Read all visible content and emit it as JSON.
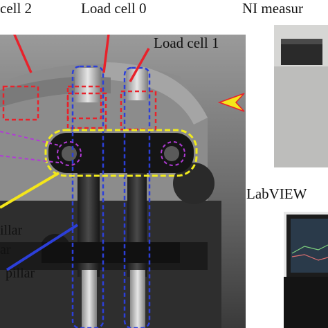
{
  "labels": {
    "load_cell_2": "cell 2",
    "load_cell_0": "Load cell 0",
    "load_cell_1": "Load cell 1",
    "ni_device": "NI measur",
    "labview": "LabVIEW",
    "pillar_1": "illar",
    "pillar_2": "ar",
    "pillar_3": "pillar"
  },
  "colors": {
    "red": "#e8222b",
    "blue": "#2c3fd9",
    "yellow": "#f2ec1c",
    "purple": "#b13ad6",
    "yellow_arrow": "#f4e61a"
  }
}
